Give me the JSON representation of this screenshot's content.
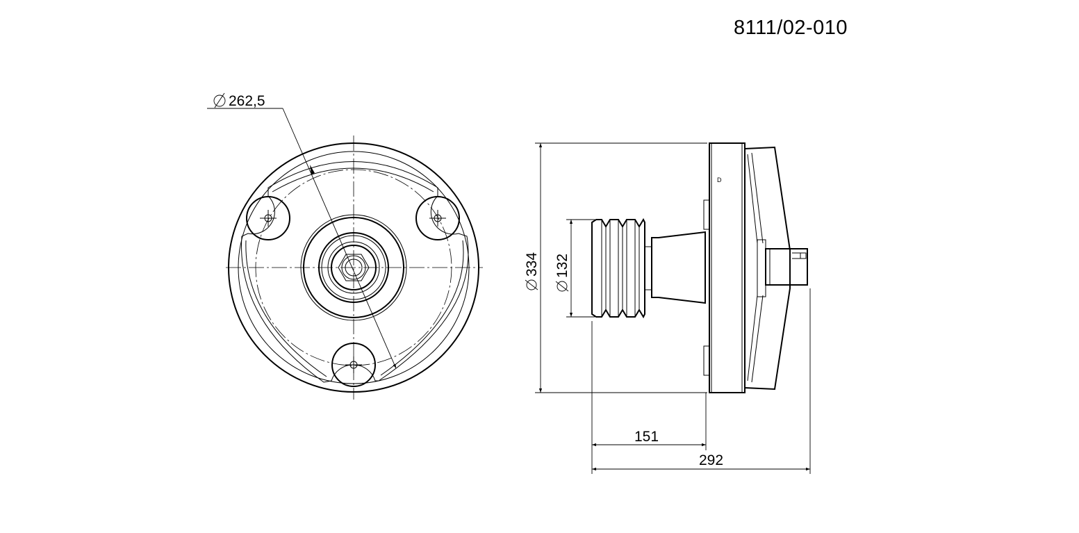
{
  "drawing": {
    "part_number": "8111/02-010",
    "dimensions": {
      "bolt_circle": "262,5",
      "outer_diameter": "334",
      "pulley_diameter": "132",
      "length_to_flange": "151",
      "overall_length": "292"
    }
  }
}
